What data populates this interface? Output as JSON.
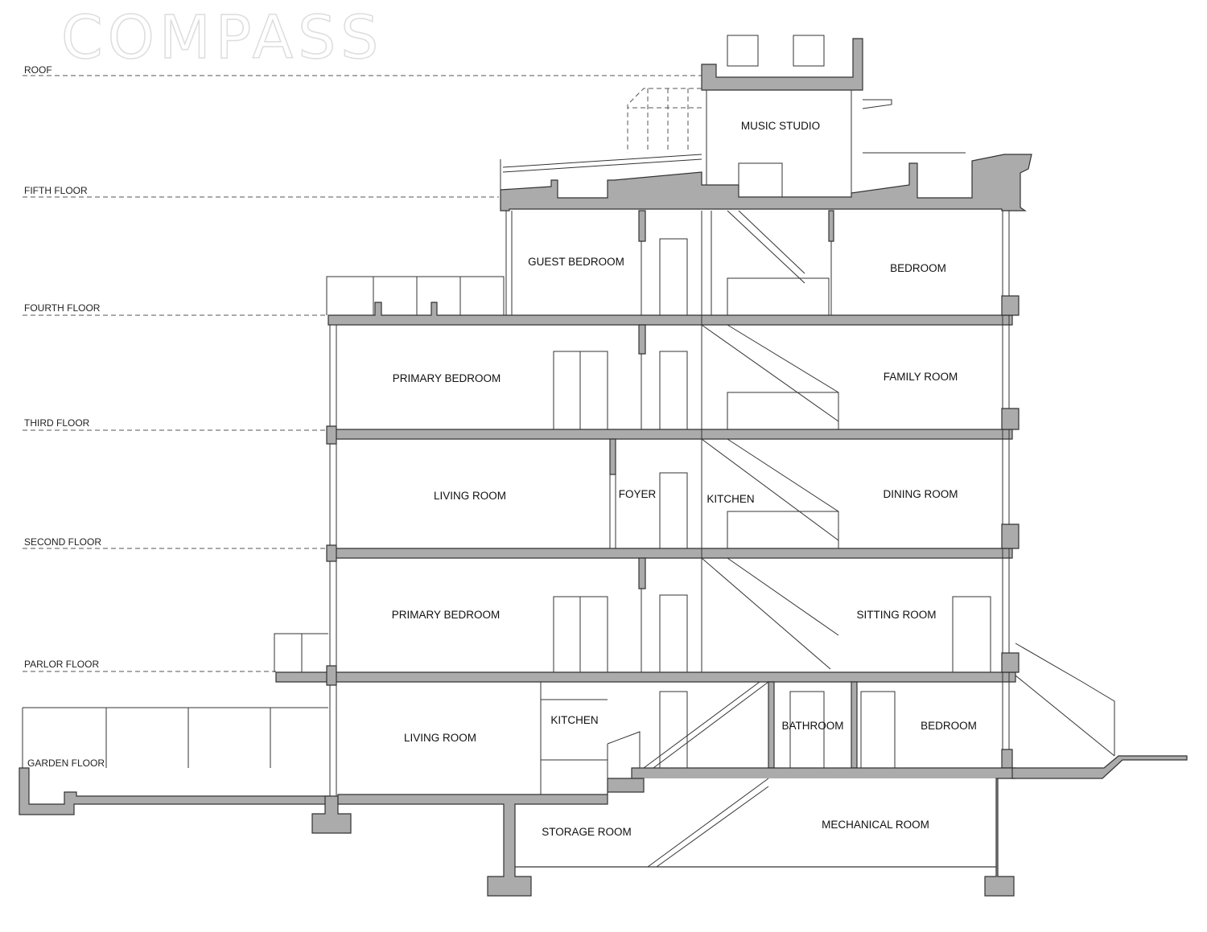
{
  "watermark": "COMPASS",
  "colors": {
    "slab": "#ababab",
    "line": "#333333"
  },
  "levels": [
    {
      "label": "ROOF"
    },
    {
      "label": "FIFTH FLOOR"
    },
    {
      "label": "FOURTH FLOOR"
    },
    {
      "label": "THIRD FLOOR"
    },
    {
      "label": "SECOND FLOOR"
    },
    {
      "label": "PARLOR FLOOR"
    },
    {
      "label": "GARDEN FLOOR"
    }
  ],
  "rooms": [
    {
      "label": "MUSIC STUDIO"
    },
    {
      "label": "GUEST BEDROOM"
    },
    {
      "label": "BEDROOM"
    },
    {
      "label": "PRIMARY BEDROOM"
    },
    {
      "label": "FAMILY ROOM"
    },
    {
      "label": "LIVING ROOM"
    },
    {
      "label": "FOYER"
    },
    {
      "label": "KITCHEN"
    },
    {
      "label": "DINING ROOM"
    },
    {
      "label": "PRIMARY BEDROOM"
    },
    {
      "label": "SITTING ROOM"
    },
    {
      "label": "LIVING ROOM"
    },
    {
      "label": "KITCHEN"
    },
    {
      "label": "BATHROOM"
    },
    {
      "label": "BEDROOM"
    },
    {
      "label": "STORAGE ROOM"
    },
    {
      "label": "MECHANICAL ROOM"
    }
  ]
}
